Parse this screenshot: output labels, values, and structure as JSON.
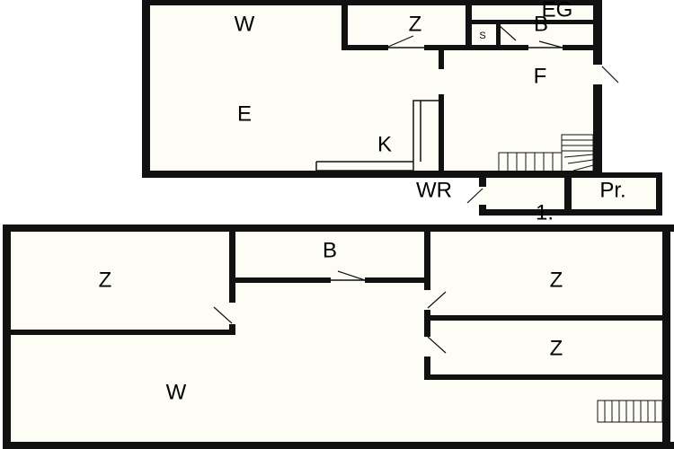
{
  "upper_floor": {
    "labels": {
      "w": "W",
      "z": "Z",
      "eg": "EG",
      "b": "B",
      "s": "S",
      "f": "F",
      "e": "E",
      "k": "K",
      "wr": "WR",
      "pr": "Pr.",
      "one": "1."
    }
  },
  "lower_floor": {
    "labels": {
      "b": "B",
      "z_left": "Z",
      "z_right_top": "Z",
      "z_right_bottom": "Z",
      "w": "W"
    }
  }
}
